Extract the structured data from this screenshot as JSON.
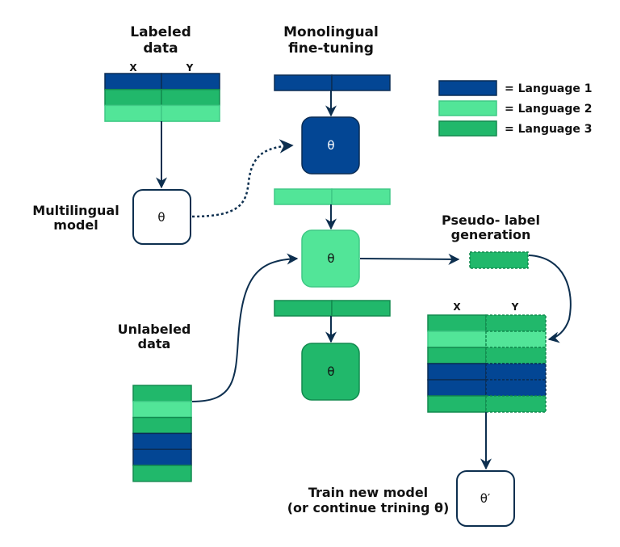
{
  "colors": {
    "language_1": "#034694",
    "language_2": "#52e598",
    "language_3": "#21b86b",
    "arrow": "#0d2f4f",
    "text": "#111111"
  },
  "legend": [
    {
      "lang": "language_1",
      "label": "= Language 1"
    },
    {
      "lang": "language_2",
      "label": "= Language 2"
    },
    {
      "lang": "language_3",
      "label": "= Language 3"
    }
  ],
  "labeled_data": {
    "title_line1": "Labeled",
    "title_line2": "data",
    "col_x": "X",
    "col_y": "Y",
    "rows": [
      "language_1",
      "language_3",
      "language_2"
    ]
  },
  "multilingual_model": {
    "label_line1": "Multilingual",
    "label_line2": "model",
    "symbol": "θ"
  },
  "monolingual": {
    "title_line1": "Monolingual",
    "title_line2": "fine-tuning",
    "stages": [
      {
        "lang": "language_1",
        "symbol": "θ"
      },
      {
        "lang": "language_2",
        "symbol": "θ"
      },
      {
        "lang": "language_3",
        "symbol": "θ"
      }
    ]
  },
  "unlabeled_data": {
    "title_line1": "Unlabeled",
    "title_line2": "data",
    "rows": [
      "language_3",
      "language_2",
      "language_3",
      "language_1",
      "language_1",
      "language_3"
    ]
  },
  "pseudo_label": {
    "title_line1": "Pseudo- label",
    "title_line2": "generation",
    "sample_lang": "language_3",
    "col_x": "X",
    "col_y": "Y",
    "rows": [
      "language_3",
      "language_2",
      "language_3",
      "language_1",
      "language_1",
      "language_3"
    ]
  },
  "new_model": {
    "label_line1": "Train new model",
    "label_line2": "(or continue trining θ)",
    "symbol": "θ′"
  }
}
